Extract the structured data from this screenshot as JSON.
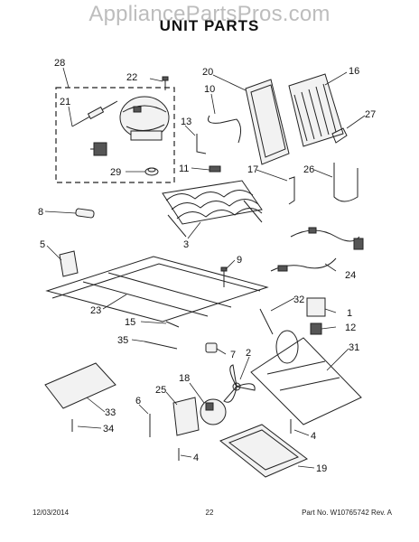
{
  "watermark": "AppliancePartsPros.com",
  "title": "UNIT PARTS",
  "callouts": [
    "28",
    "22",
    "21",
    "20",
    "16",
    "10",
    "13",
    "27",
    "29",
    "11",
    "17",
    "26",
    "8",
    "3",
    "5",
    "9",
    "24",
    "23",
    "32",
    "1",
    "15",
    "12",
    "35",
    "7",
    "2",
    "31",
    "18",
    "25",
    "6",
    "33",
    "34",
    "4",
    "4",
    "19"
  ],
  "footer": {
    "date": "12/03/2014",
    "page": "22",
    "part_no": "Part No.  W10765742  Rev. A"
  }
}
